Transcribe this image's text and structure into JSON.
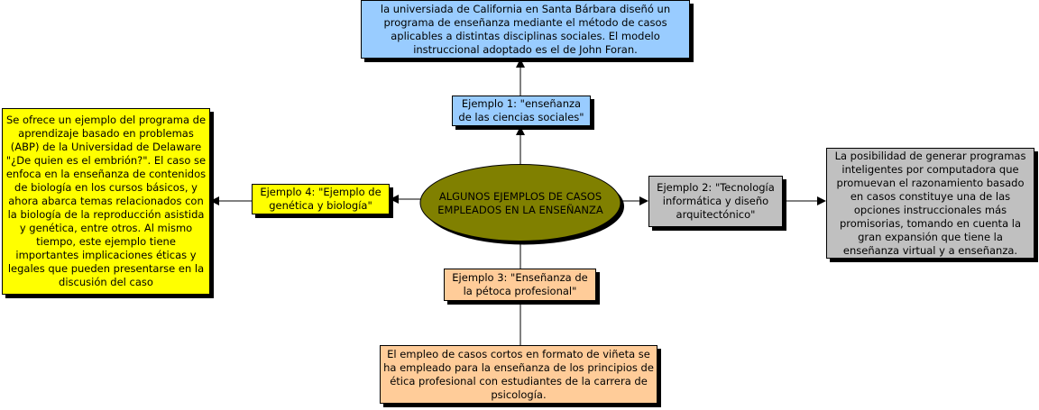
{
  "center": {
    "label": "ALGUNOS EJEMPLOS DE CASOS EMPLEADOS EN LA ENSEÑANZA"
  },
  "examples": [
    {
      "label": "Ejemplo 1: \"enseñanza de las ciencias sociales\"",
      "description": "la universiada de California en Santa Bárbara diseñó un programa de enseñanza mediante el método de casos aplicables a distintas disciplinas sociales. El modelo instruccional adoptado es el de John Foran."
    },
    {
      "label": "Ejemplo 2: \"Tecnología informática y diseño arquitectónico\"",
      "description": "La posibilidad de generar programas inteligentes por computadora que promuevan el razonamiento basado en casos constituye una de las opciones instruccionales más promisorias, tomando en cuenta la gran expansión que tiene la enseñanza virtual y a enseñanza."
    },
    {
      "label": "Ejemplo 3: \"Enseñanza de la pétoca profesional\"",
      "description": "El empleo de casos cortos en formato de viñeta se ha empleado para la enseñanza de los principios de ética profesional con estudiantes de la carrera de psicología."
    },
    {
      "label": "Ejemplo 4: \"Ejemplo de genética y biología\"",
      "description": "Se ofrece un ejemplo del programa de aprendizaje basado en problemas (ABP) de la Universidad de Delaware \"¿De quien es el embrión?\". El caso se enfoca en la enseñanza de contenidos de biología en los cursos básicos, y ahora abarca temas relacionados con la biología de la reproducción asistida y genética, entre otros. Al mismo tiempo, este ejemplo tiene importantes implicaciones éticas y legales que pueden presentarse en la discusión del caso"
    }
  ],
  "colors": {
    "blue": "#99ccff",
    "yellow": "#ffff00",
    "gray": "#c0c0c0",
    "peach": "#ffcc99",
    "olive": "#808000"
  }
}
